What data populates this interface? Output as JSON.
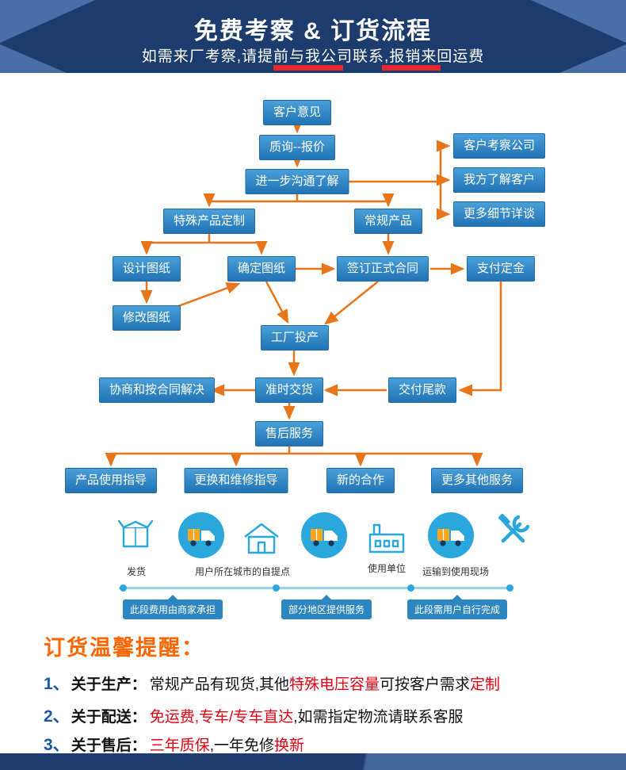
{
  "header": {
    "title": "免费考察 & 订货流程",
    "subtitle": "如需来厂考察,请提前与我公司联系,报销来回运费"
  },
  "flow": {
    "nodes": [
      "客户意见",
      "质询--报价",
      "进一步沟通了解",
      "客户考察公司",
      "我方了解客户",
      "更多细节详谈",
      "特殊产品定制",
      "常规产品",
      "设计图纸",
      "确定图纸",
      "签订正式合同",
      "支付定金",
      "修改图纸",
      "工厂投产",
      "协商和按合同解决",
      "准时交货",
      "交付尾款",
      "售后服务",
      "产品使用指导",
      "更换和维修指导",
      "新的合作",
      "更多其他服务"
    ]
  },
  "logistics": {
    "station_labels": [
      "发货",
      "用户所在城市的自提点",
      "使用单位",
      "运输到使用现场"
    ],
    "segment_tags": [
      "此段费用由商家承担",
      "部分地区提供服务",
      "此段需用户自行完成"
    ],
    "icons": [
      "package-icon",
      "delivery-truck-icon",
      "house-icon",
      "delivery-truck-icon",
      "factory-icon",
      "delivery-truck-icon",
      "tools-icon"
    ]
  },
  "notes": {
    "title": "订货温馨提醒：",
    "items": [
      {
        "num": "1、",
        "label": "关于生产：",
        "segs": [
          {
            "t": "常规产品有现货,其他"
          },
          {
            "t": "特殊电压容量"
          },
          {
            "t": "可按客户需求"
          },
          {
            "t": "定制"
          }
        ]
      },
      {
        "num": "2、",
        "label": "关于配送：",
        "segs": [
          {
            "t": "免运费,专车/专车直达"
          },
          {
            "t": ",如需指定物流请联系客服"
          }
        ]
      },
      {
        "num": "3、",
        "label": "关于售后：",
        "segs": [
          {
            "t": "三年质保"
          },
          {
            "t": ",一年免修"
          },
          {
            "t": "换新"
          }
        ]
      }
    ]
  },
  "colors": {
    "header_bg": "#1d3c6e",
    "header_accent": "#4a6fa8",
    "box_blue": "#2e86c1",
    "arrow_orange": "#e8751a",
    "icon_blue": "#2aa7dc",
    "highlight_red": "#e60012",
    "number_blue": "#1c57a5",
    "title_orange": "#ff6600"
  }
}
